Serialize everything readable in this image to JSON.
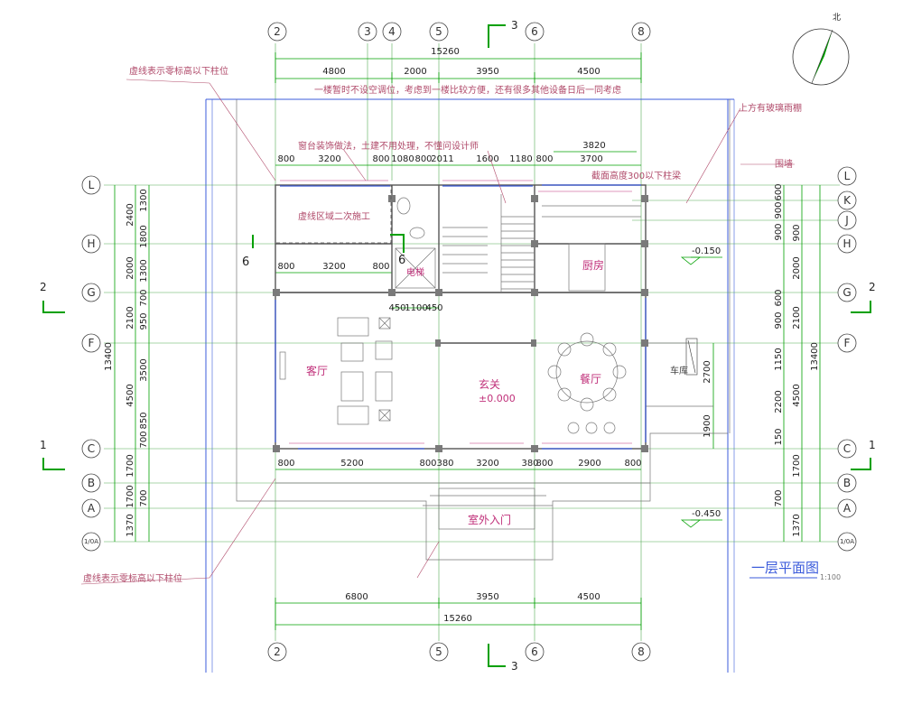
{
  "grid_top_labels": [
    "2",
    "3",
    "4",
    "5",
    "6",
    "8"
  ],
  "grid_bottom_labels": [
    "2",
    "5",
    "6",
    "8"
  ],
  "grid_left_labels": [
    "L",
    "H",
    "G",
    "F",
    "C",
    "B",
    "A",
    "1/0A"
  ],
  "grid_right_labels": [
    "L",
    "K",
    "J",
    "H",
    "G",
    "F",
    "C",
    "B",
    "A",
    "1/0A"
  ],
  "section_marks": {
    "top": "3",
    "bottom": "3",
    "left_upper": "2",
    "left_lower": "1",
    "right_upper": "2",
    "right_lower": "1"
  },
  "dims_top_total": "15260",
  "dims_top_segments": [
    "4800",
    "2000",
    "3950",
    "4500"
  ],
  "dims_inner_top": [
    "800",
    "3200",
    "800",
    "1080",
    "800",
    "2011",
    "1600",
    "1180",
    "800"
  ],
  "dims_inner_top_extra": [
    "3820",
    "3700"
  ],
  "dims_left_outer": [
    "2400",
    "2000",
    "2100",
    "4500",
    "1700",
    "1700",
    "1370"
  ],
  "dims_left_inner": [
    "1300",
    "1800",
    "1300",
    "700",
    "950",
    "3500",
    "850",
    "700",
    "700"
  ],
  "dims_left_total": "13400",
  "dims_right_outer": [
    "900",
    "2000",
    "2100",
    "4500",
    "1700",
    "1370"
  ],
  "dims_right_inner": [
    "600",
    "900",
    "900",
    "600",
    "900",
    "1150",
    "2200",
    "150",
    "700"
  ],
  "dims_right_total": "13400",
  "dims_bottom_segments": [
    "6800",
    "3950",
    "4500"
  ],
  "dims_bottom_total": "15260",
  "dims_row2": [
    "800",
    "3200",
    "800"
  ],
  "dims_stair": [
    "450",
    "1100",
    "450"
  ],
  "dims_front": [
    "800",
    "5200",
    "800",
    "380",
    "3200",
    "380",
    "800",
    "2900",
    "800"
  ],
  "dims_right_side": [
    "2700",
    "1900"
  ],
  "notes": {
    "note_top_long": "一楼暂时不设空调位，考虑到一楼比较方便，还有很多其他设备日后一同考虑",
    "note_window": "窗台装饰做法，土建不用处理，不懂问设计师",
    "note_dashed_top": "虚线表示零标高以下柱位",
    "note_dashed_bottom": "虚线表示零标高以下柱位",
    "note_second_phase": "虚线区域二次施工",
    "note_beam": "截面高度300以下柱梁",
    "note_glass": "上方有玻璃雨棚",
    "note_fence": "围墙",
    "number_six": "6"
  },
  "rooms": {
    "living": "客厅",
    "foyer": "玄关",
    "foyer_level": "±0.000",
    "dining": "餐厅",
    "kitchen": "厨房",
    "elevator": "电梯",
    "entrance": "室外入门",
    "side": "车库"
  },
  "levels": {
    "right_upper": "-0.150",
    "right_lower": "-0.450"
  },
  "title": "一层平面图",
  "scale": "1:100",
  "north_label": "北",
  "colors": {
    "green": "#00a000",
    "grid": "#4f4f4f",
    "wall": "#5a5a5a",
    "magenta": "#c0307a",
    "blue": "#3b5bdb",
    "dim": "#222222",
    "note": "#b45a6a"
  }
}
